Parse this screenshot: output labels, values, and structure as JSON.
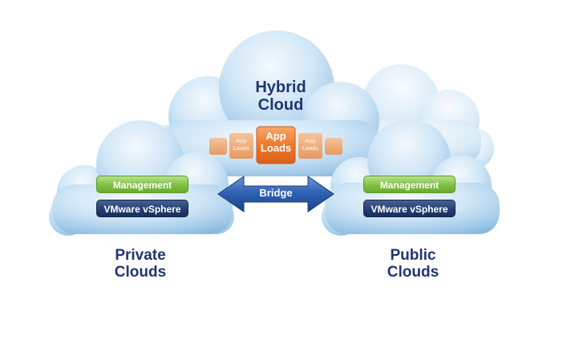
{
  "hybrid": {
    "line1": "Hybrid",
    "line2": "Cloud"
  },
  "app_main": {
    "line1": "App",
    "line2": "Loads"
  },
  "app_small": {
    "line1": "App",
    "line2": "Loads"
  },
  "bridge": {
    "label": "Bridge"
  },
  "private_cloud": {
    "management": "Management",
    "vmware": "VMware vSphere",
    "line1": "Private",
    "line2": "Clouds"
  },
  "public_cloud": {
    "management": "Management",
    "vmware": "VMware vSphere",
    "line1": "Public",
    "line2": "Clouds"
  },
  "colors": {
    "cloud_light": "#f4f9fd",
    "cloud_mid": "#bcdcf1",
    "cloud_dark": "#7fb2da",
    "label_navy": "#1f3670",
    "accent_orange": "#ef7a2c",
    "management_green": "#7fc043",
    "vsphere_navy": "#233f74",
    "bridge_blue": "#2b5aa8"
  }
}
